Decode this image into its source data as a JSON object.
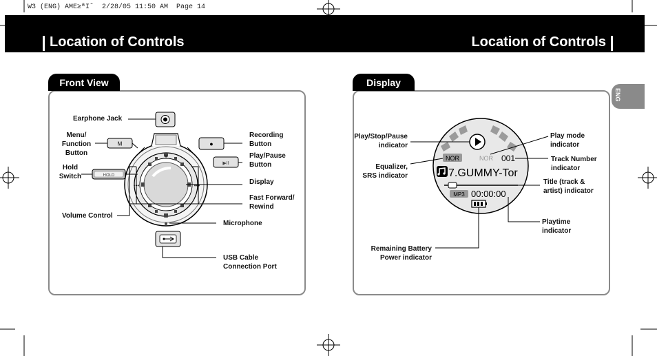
{
  "print_header": "W3 (ENG) AME≥ªIˆ  2/28/05 11:50 AM  Page 14",
  "header": {
    "title_left": "Location of Controls",
    "title_right": "Location of Controls"
  },
  "front_view": {
    "tab": "Front View",
    "labels": {
      "earphone_jack": "Earphone Jack",
      "menu_1": "Menu/",
      "menu_2": "Function",
      "menu_3": "Button",
      "hold_1": "Hold",
      "hold_2": "Switch",
      "volume": "Volume Control",
      "recording_1": "Recording",
      "recording_2": "Button",
      "playpause_1": "Play/Pause",
      "playpause_2": "Button",
      "display": "Display",
      "ffrew_1": "Fast Forward/",
      "ffrew_2": "Rewind",
      "microphone": "Microphone",
      "usb_1": "USB Cable",
      "usb_2": "Connection Port"
    },
    "device_marks": {
      "menu_key": "M",
      "hold_key": "HOLD",
      "rec_key": "●",
      "play_key": "▶II",
      "plus": "+",
      "minus": "–"
    }
  },
  "display_view": {
    "tab": "Display",
    "labels": {
      "playstop_1": "Play/Stop/Pause",
      "playstop_2": "indicator",
      "eq_1": "Equalizer,",
      "eq_2": "SRS indicator",
      "battery_1": "Remaining Battery",
      "battery_2": "Power indicator",
      "playmode_1": "Play mode",
      "playmode_2": "indicator",
      "tracknum_1": "Track Number",
      "tracknum_2": "indicator",
      "title_1": "Title (track &",
      "title_2": "artist) indicator",
      "playtime_1": "Playtime",
      "playtime_2": "indicator"
    },
    "screen": {
      "eq_badge": "NOR",
      "mode_badge": "NOR",
      "track_number": "001",
      "title": "7.GUMMY-Tor",
      "format_badge": "MP3",
      "time": "00:00:00"
    }
  },
  "side_tab": {
    "label": "ENG"
  }
}
